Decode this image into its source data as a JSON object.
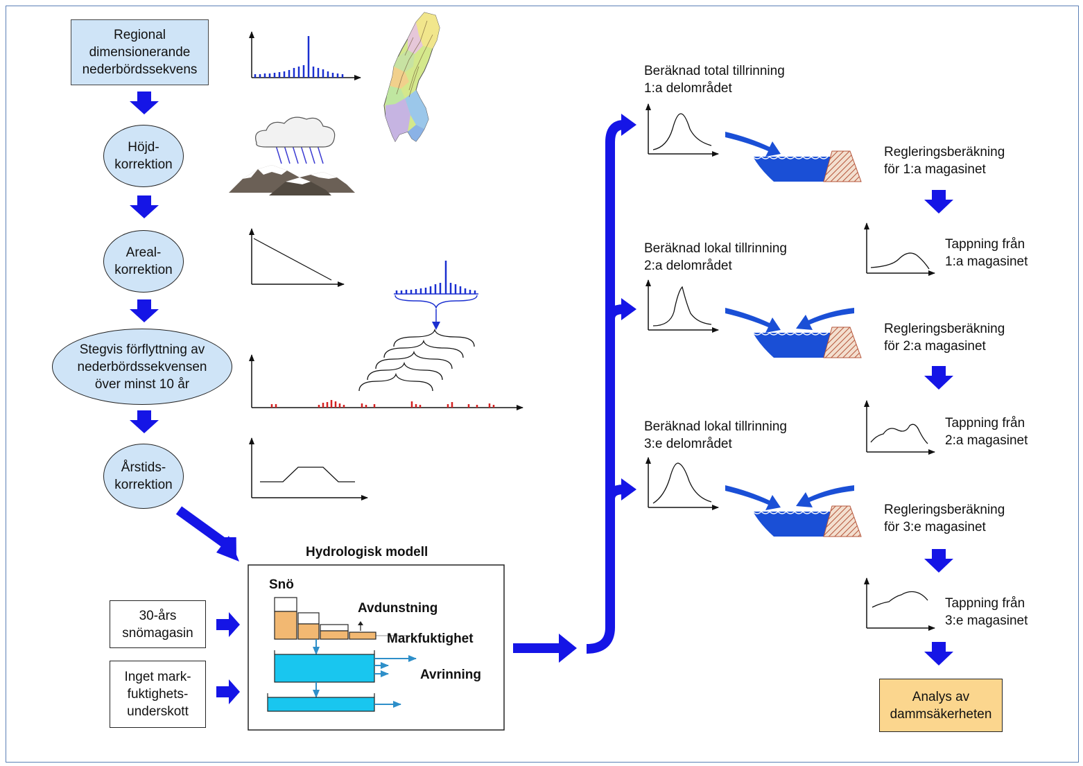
{
  "colors": {
    "flow_arrow": "#1515e6",
    "box_fill": "#cfe4f7",
    "final_box": "#fbd68e",
    "water": "#1a4fd6",
    "storage_orange": "#f2b872",
    "model_cyan": "#19c6ef",
    "pulse_red": "#d42222"
  },
  "left_chain": {
    "start": [
      "Regional",
      "dimensionerande",
      "nederbördssekvens"
    ],
    "hojd": [
      "Höjd-",
      "korrektion"
    ],
    "areal": [
      "Areal-",
      "korrektion"
    ],
    "stegvis": [
      "Stegvis förflyttning av",
      "nederbördssekvensen",
      "över minst 10 år"
    ],
    "arstids": [
      "Årstids-",
      "korrektion"
    ]
  },
  "inputs": {
    "snow": [
      "30-års",
      "snömagasin"
    ],
    "moisture": [
      "Inget mark-",
      "fuktighets-",
      "underskott"
    ]
  },
  "model": {
    "title": "Hydrologisk modell",
    "sno": "Snö",
    "avdunstning": "Avdunstning",
    "markfuktighet": "Markfuktighet",
    "avrinning": "Avrinning"
  },
  "inflows": [
    [
      "Beräknad total tillrinning",
      "1:a delområdet"
    ],
    [
      "Beräknad lokal tillrinning",
      "2:a delområdet"
    ],
    [
      "Beräknad lokal tillrinning",
      "3:e delområdet"
    ]
  ],
  "regulation": [
    [
      "Regleringsberäkning",
      "för 1:a magasinet"
    ],
    [
      "Regleringsberäkning",
      "för 2:a magasinet"
    ],
    [
      "Regleringsberäkning",
      "för 3:e magasinet"
    ]
  ],
  "outflows": [
    [
      "Tappning från",
      "1:a magasinet"
    ],
    [
      "Tappning från",
      "2:a magasinet"
    ],
    [
      "Tappning från",
      "3:e magasinet"
    ]
  ],
  "final": [
    "Analys av",
    "dammsäkerheten"
  ],
  "icons": [
    "histogram-icon",
    "sweden-map-icon",
    "cloud-rain-mountain-icon",
    "decline-graph-icon",
    "shift-sequence-icon",
    "season-graph-icon",
    "hydrograph-icon",
    "reservoir-dam-icon",
    "release-graph-icon"
  ]
}
